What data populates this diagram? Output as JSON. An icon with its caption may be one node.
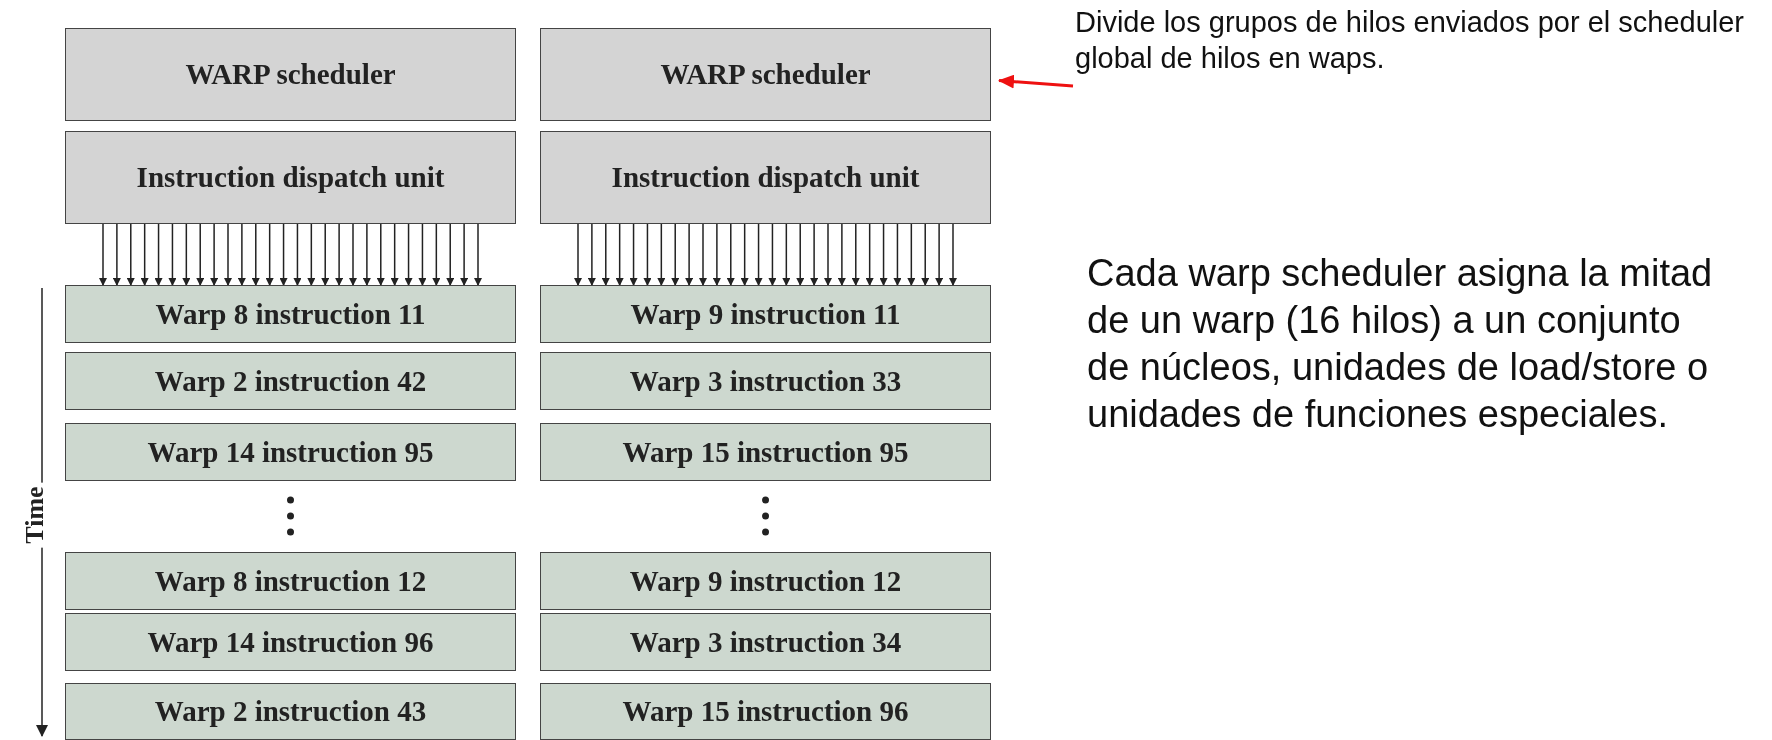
{
  "diagram": {
    "nodes": [
      {
        "text": [
          "WARP scheduler"
        ]
      },
      {
        "text": [
          "WARP scheduler"
        ]
      },
      {
        "text": [
          "Instruction dispatch unit"
        ]
      },
      {
        "text": [
          "Instruction dispatch unit"
        ]
      },
      {
        "text": [
          "Warp 8 instruction 11"
        ]
      },
      {
        "text": [
          "Warp 9 instruction 11"
        ]
      },
      {
        "text": [
          "Warp 2 instruction 42"
        ]
      },
      {
        "text": [
          "Warp 3 instruction 33"
        ]
      },
      {
        "text": [
          "Warp 14 instruction 95"
        ]
      },
      {
        "text": [
          "Warp 15 instruction 95"
        ]
      },
      {
        "text": [
          "Warp 8 instruction 12"
        ]
      },
      {
        "text": [
          "Warp 9 instruction 12"
        ]
      },
      {
        "text": [
          "Warp 14 instruction 96"
        ]
      },
      {
        "text": [
          "Warp 3 instruction 34"
        ]
      },
      {
        "text": [
          "Warp 2 instruction 43"
        ]
      },
      {
        "text": [
          "Warp 15 instruction 96"
        ]
      },
      {
        "text": [
          "Divide los grupos de hilos enviados por el scheduler global de hilos en waps."
        ]
      }
    ],
    "edges": [
      {
        "from": 16,
        "to": 1,
        "arrow": "to",
        "color": "#ee1111"
      },
      {
        "from": 2,
        "to": 4,
        "arrow": "to"
      },
      {
        "from": 3,
        "to": 5,
        "arrow": "to"
      }
    ],
    "labels": [
      "Time",
      "Cada warp scheduler asigna la mitad de un warp (16 hilos) a un conjunto de núcleos, unidades de load/store o unidades de funciones especiales."
    ]
  }
}
